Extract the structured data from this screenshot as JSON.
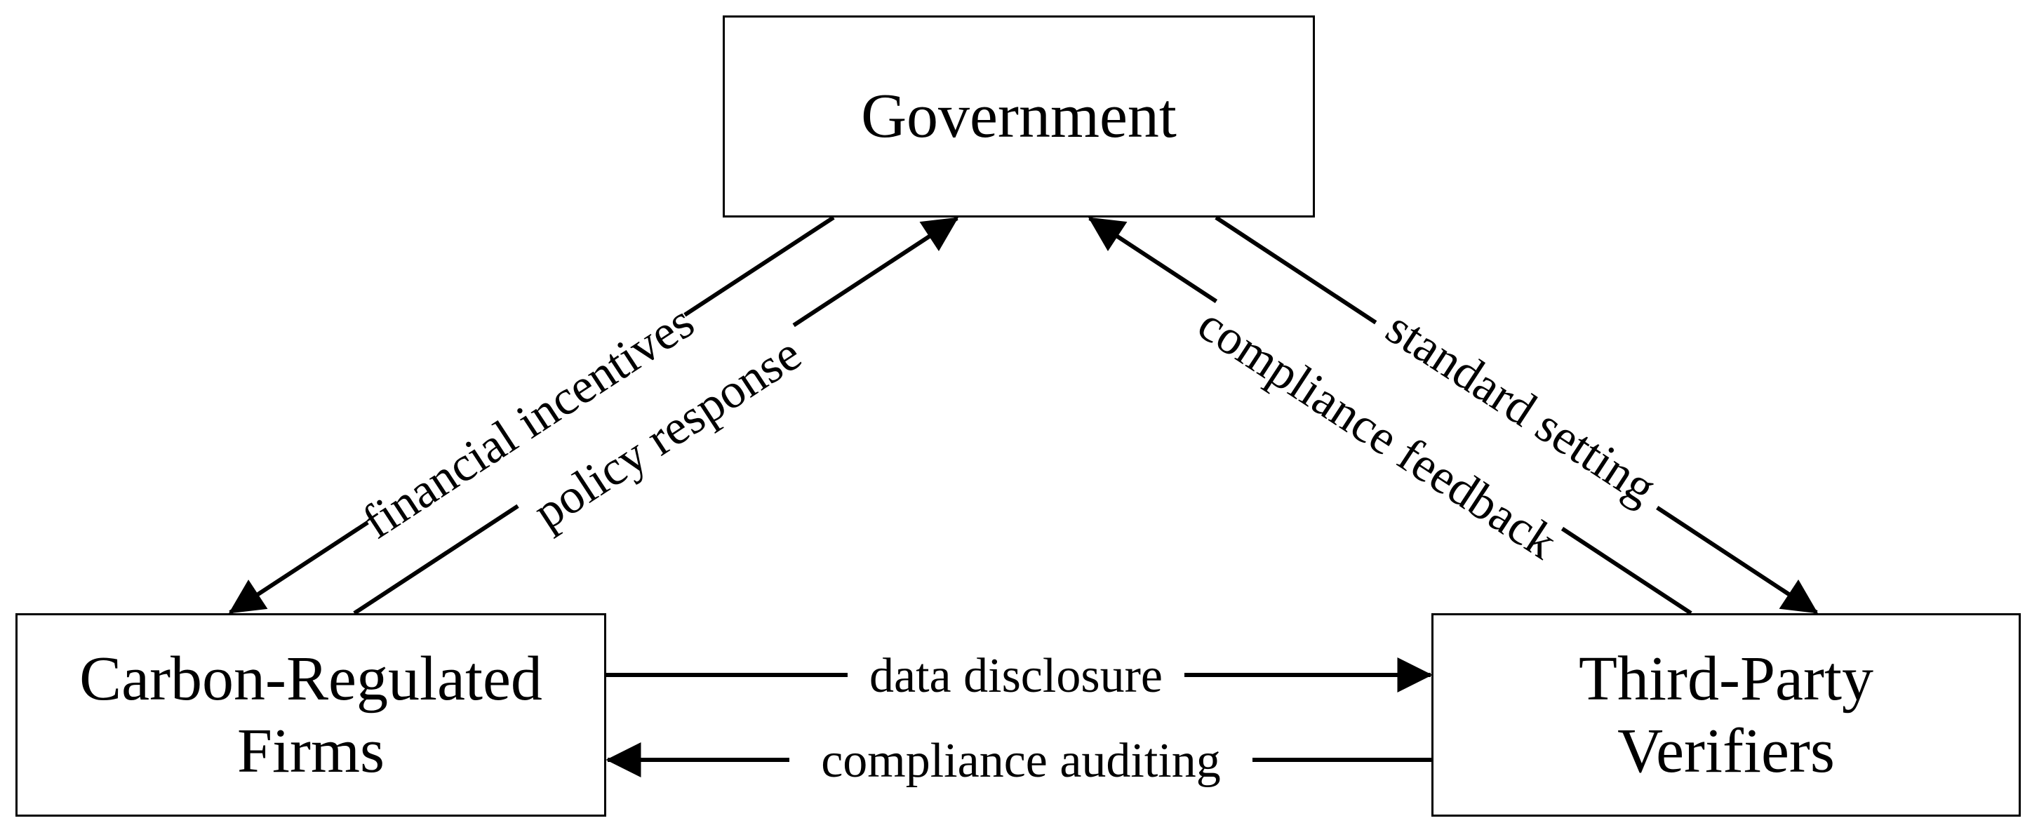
{
  "nodes": {
    "government": {
      "line1": "Government"
    },
    "firms": {
      "line1": "Carbon-Regulated",
      "line2": "Firms"
    },
    "verifiers": {
      "line1": "Third-Party",
      "line2": "Verifiers"
    }
  },
  "edges": {
    "financial_incentives": "financial incentives",
    "policy_response": "policy response",
    "compliance_feedback": "compliance feedback",
    "standard_setting": "standard setting",
    "data_disclosure": "data disclosure",
    "compliance_auditing": "compliance auditing"
  }
}
